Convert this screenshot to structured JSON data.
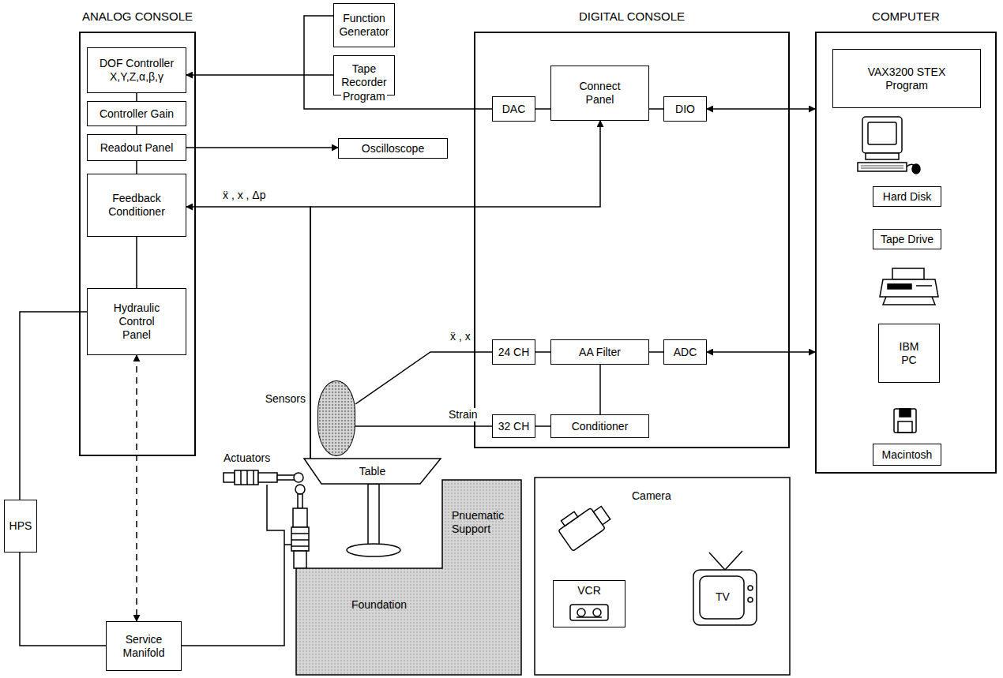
{
  "diagram": {
    "nodes": [
      {
        "text": [
          "ANALOG CONSOLE"
        ]
      },
      {
        "text": [
          "DOF Controller X,Y,Z,α,β,γ"
        ],
        "in": 0
      },
      {
        "text": [
          "Controller Gain"
        ],
        "in": 0
      },
      {
        "text": [
          "Readout Panel"
        ],
        "in": 0
      },
      {
        "text": [
          "Feedback Conditioner"
        ],
        "in": 0
      },
      {
        "text": [
          "Hydraulic Control Panel"
        ],
        "in": 0
      },
      {
        "text": [
          "Function Generator"
        ]
      },
      {
        "text": [
          "Tape Recorder"
        ]
      },
      {
        "text": [
          "Oscilloscope"
        ]
      },
      {
        "text": [
          "DIGITAL CONSOLE"
        ]
      },
      {
        "text": [
          "DAC"
        ],
        "in": 9
      },
      {
        "text": [
          "Connect Panel"
        ],
        "in": 9
      },
      {
        "text": [
          "DIO"
        ],
        "in": 9
      },
      {
        "text": [
          "24 CH"
        ],
        "in": 9
      },
      {
        "text": [
          "AA Filter"
        ],
        "in": 9
      },
      {
        "text": [
          "ADC"
        ],
        "in": 9
      },
      {
        "text": [
          "32 CH"
        ],
        "in": 9
      },
      {
        "text": [
          "Conditioner"
        ],
        "in": 9
      },
      {
        "text": [
          "COMPUTER"
        ]
      },
      {
        "text": [
          "VAX3200 STEX Program"
        ],
        "in": 18
      },
      {
        "text": [
          "Hard Disk"
        ],
        "in": 18
      },
      {
        "text": [
          "Tape Drive"
        ],
        "in": 18
      },
      {
        "text": [
          "IBM PC"
        ],
        "in": 18
      },
      {
        "text": [
          "Macintosh"
        ],
        "in": 18
      },
      {
        "text": [
          "Sensors"
        ]
      },
      {
        "text": [
          "Table"
        ]
      },
      {
        "text": [
          "HPS"
        ]
      },
      {
        "text": [
          "Service Manifold"
        ]
      },
      {
        "text": [
          "Foundation"
        ]
      },
      {
        "text": [
          "VCR"
        ]
      }
    ],
    "edges": [
      {
        "from": 7,
        "to": 1,
        "arrow": "to"
      },
      {
        "from": 6,
        "to": 10,
        "label": "Program",
        "arrow": "none"
      },
      {
        "from": 1,
        "to": 2,
        "arrow": "none"
      },
      {
        "from": 2,
        "to": 3,
        "arrow": "none"
      },
      {
        "from": 3,
        "to": 4,
        "arrow": "none"
      },
      {
        "from": 4,
        "to": 5,
        "arrow": "none"
      },
      {
        "from": 3,
        "to": 8,
        "arrow": "to"
      },
      {
        "from": 25,
        "to": 4,
        "label": "ẍ , x , Δp",
        "arrow": "to"
      },
      {
        "from": 25,
        "to": 11,
        "arrow": "to"
      },
      {
        "from": 10,
        "to": 11,
        "arrow": "none"
      },
      {
        "from": 11,
        "to": 12,
        "arrow": "none"
      },
      {
        "from": 12,
        "to": 18,
        "arrow": "both"
      },
      {
        "from": 24,
        "to": 13,
        "label": "ẍ , x",
        "arrow": "none"
      },
      {
        "from": 24,
        "to": 16,
        "label": "Strain",
        "arrow": "none"
      },
      {
        "from": 13,
        "to": 14,
        "arrow": "none"
      },
      {
        "from": 14,
        "to": 15,
        "arrow": "none"
      },
      {
        "from": 15,
        "to": 18,
        "arrow": "both"
      },
      {
        "from": 16,
        "to": 17,
        "arrow": "none"
      },
      {
        "from": 17,
        "to": 14,
        "arrow": "none"
      },
      {
        "from": 5,
        "to": 26,
        "arrow": "none"
      },
      {
        "from": 26,
        "to": 27,
        "arrow": "none"
      },
      {
        "from": 5,
        "to": 27,
        "arrow": "both"
      }
    ],
    "labels": [
      "Actuators",
      "Pnuematic Support",
      "Camera",
      "TV"
    ]
  }
}
